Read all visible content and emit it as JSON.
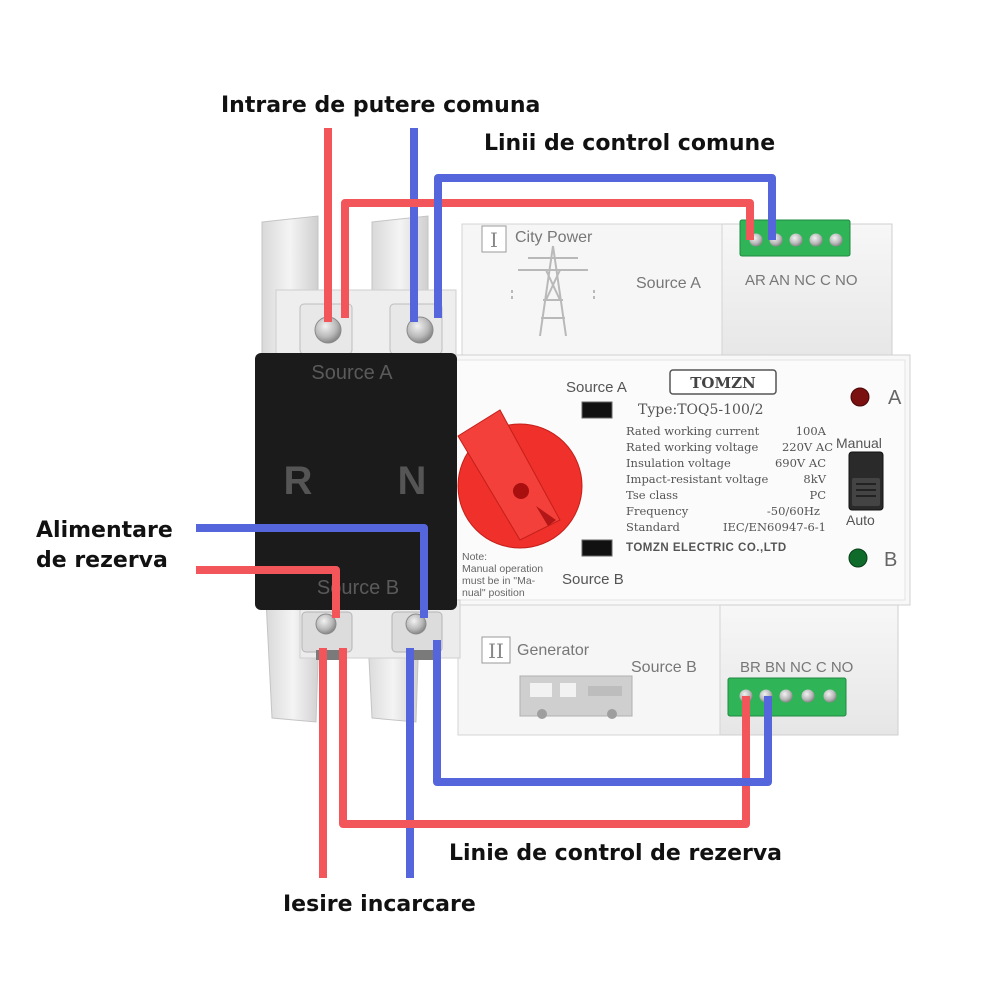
{
  "callouts": {
    "common_power_input": "Intrare de putere comuna",
    "common_control_lines": "Linii de control comune",
    "backup_supply": [
      "Alimentare",
      "de rezerva"
    ],
    "backup_control_line": "Linie de control de rezerva",
    "load_output": "Iesire incarcare"
  },
  "module_a": {
    "roman": "I",
    "label": "City Power",
    "source": "Source A",
    "terminals": "AR AN NC C NO"
  },
  "module_b": {
    "roman": "II",
    "label": "Generator",
    "source": "Source B",
    "terminals": "BR BN NC C NO"
  },
  "breaker_cover": {
    "top": "Source A",
    "bottom": "Source B",
    "left_pole": "R",
    "right_pole": "N"
  },
  "front_panel": {
    "source_a": "Source A",
    "source_b": "Source B",
    "brand": "TOMZN",
    "type": "Type:TOQ5-100/2",
    "specs": [
      {
        "label": "Rated working current",
        "value": "100A"
      },
      {
        "label": "Rated working voltage",
        "value": "220V AC"
      },
      {
        "label": "Insulation voltage",
        "value": "690V AC"
      },
      {
        "label": "Impact-resistant voltage",
        "value": "8kV"
      },
      {
        "label": "Tse class",
        "value": "PC"
      },
      {
        "label": "Frequency",
        "value": "-50/60Hz"
      },
      {
        "label": "Standard",
        "value": "IEC/EN60947-6-1"
      }
    ],
    "maker": "TOMZN ELECTRIC CO.,LTD",
    "note": [
      "Note:",
      "Manual operation",
      "must be in \"Ma-",
      "nual\" position"
    ],
    "indicator_a": "A",
    "indicator_b": "B",
    "switch_top": "Manual",
    "switch_bottom": "Auto"
  },
  "colors": {
    "wire_red": "#f2565a",
    "wire_blue": "#5566dd",
    "terminal_green": "#2fb457",
    "knob_red": "#f0302a",
    "cover_black": "#1b1b1b",
    "led_red": "#7a1010",
    "led_green": "#0f6b2a"
  }
}
